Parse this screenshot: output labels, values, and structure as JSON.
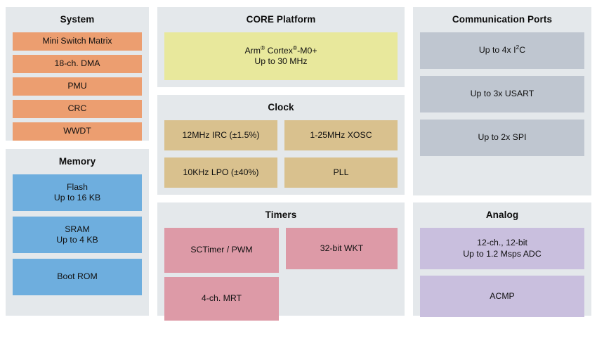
{
  "diagram": {
    "title_hidden": "",
    "colors": {
      "panel_background": "#e4e8eb",
      "page_background": "#ffffff",
      "system_block": "#ec9e70",
      "memory_block": "#6eaede",
      "core_block": "#e8e89c",
      "clock_block": "#d9c18e",
      "timers_block": "#dd9aa7",
      "comm_block": "#bfc6d0",
      "analog_block": "#c9bfde",
      "text": "#101010"
    }
  },
  "panels": {
    "system": {
      "title": "System",
      "blocks": [
        {
          "label": "Mini Switch Matrix"
        },
        {
          "label": "18-ch. DMA"
        },
        {
          "label": "PMU"
        },
        {
          "label": "CRC"
        },
        {
          "label": "WWDT"
        }
      ]
    },
    "memory": {
      "title": "Memory",
      "blocks": [
        {
          "line1": "Flash",
          "line2": "Up to 16 KB"
        },
        {
          "line1": "SRAM",
          "line2": "Up to 4 KB"
        },
        {
          "line1": "Boot ROM",
          "line2": ""
        }
      ]
    },
    "core": {
      "title": "CORE Platform",
      "blocks": [
        {
          "line1_pre": "Arm",
          "line1_sup1": "®",
          "line1_mid": " Cortex",
          "line1_sup2": "®",
          "line1_post": "-M0+",
          "line2": "Up to 30 MHz"
        }
      ]
    },
    "clock": {
      "title": "Clock",
      "blocks": [
        {
          "label": "12MHz IRC (±1.5%)"
        },
        {
          "label": "1-25MHz XOSC"
        },
        {
          "label": "10KHz LPO (±40%)"
        },
        {
          "label": "PLL"
        }
      ]
    },
    "timers": {
      "title": "Timers",
      "blocks": [
        {
          "label": "SCTimer / PWM"
        },
        {
          "label": "32-bit WKT"
        },
        {
          "label": "4-ch. MRT"
        }
      ]
    },
    "communication_ports": {
      "title": "Communication Ports",
      "blocks": [
        {
          "pre": "Up to 4x I",
          "sup": "2",
          "post": "C"
        },
        {
          "pre": "Up to 3x USART",
          "sup": "",
          "post": ""
        },
        {
          "pre": "Up to 2x SPI",
          "sup": "",
          "post": ""
        }
      ]
    },
    "analog": {
      "title": "Analog",
      "blocks": [
        {
          "line1": "12-ch., 12-bit",
          "line2": "Up to 1.2 Msps ADC"
        },
        {
          "line1": "ACMP",
          "line2": ""
        }
      ]
    }
  }
}
